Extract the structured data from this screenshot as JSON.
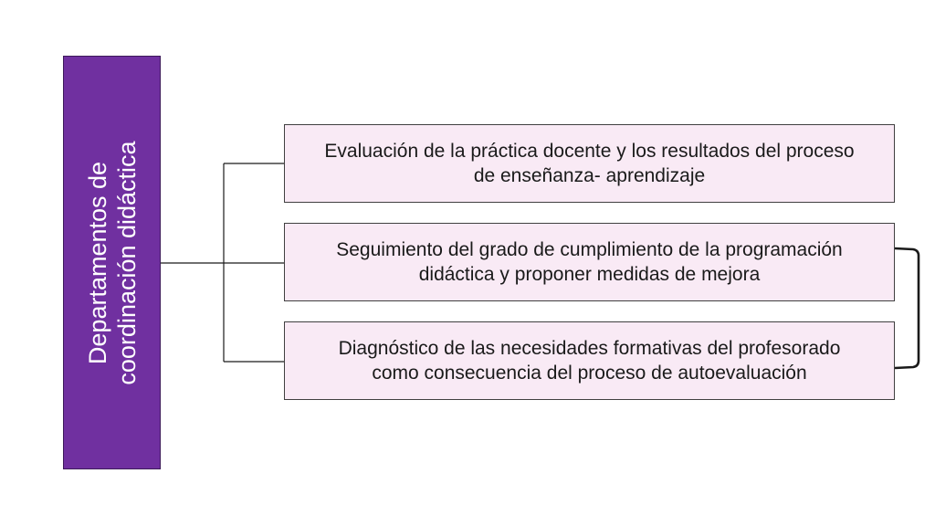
{
  "diagram": {
    "root": {
      "label": "Departamentos de\ncoordinación didáctica",
      "fill_color": "#7030a0",
      "text_color": "#ffffff"
    },
    "items": [
      {
        "label": "Evaluación de  la práctica docente y los resultados del proceso\nde enseñanza- aprendizaje"
      },
      {
        "label": "Seguimiento del grado de cumplimiento de la programación\ndidáctica y proponer medidas de mejora"
      },
      {
        "label": "Diagnóstico de las necesidades formativas del profesorado\ncomo consecuencia del proceso de autoevaluación"
      }
    ],
    "item_fill_color": "#f9eaf5",
    "bracket": {
      "links_items": [
        2,
        3
      ]
    }
  }
}
